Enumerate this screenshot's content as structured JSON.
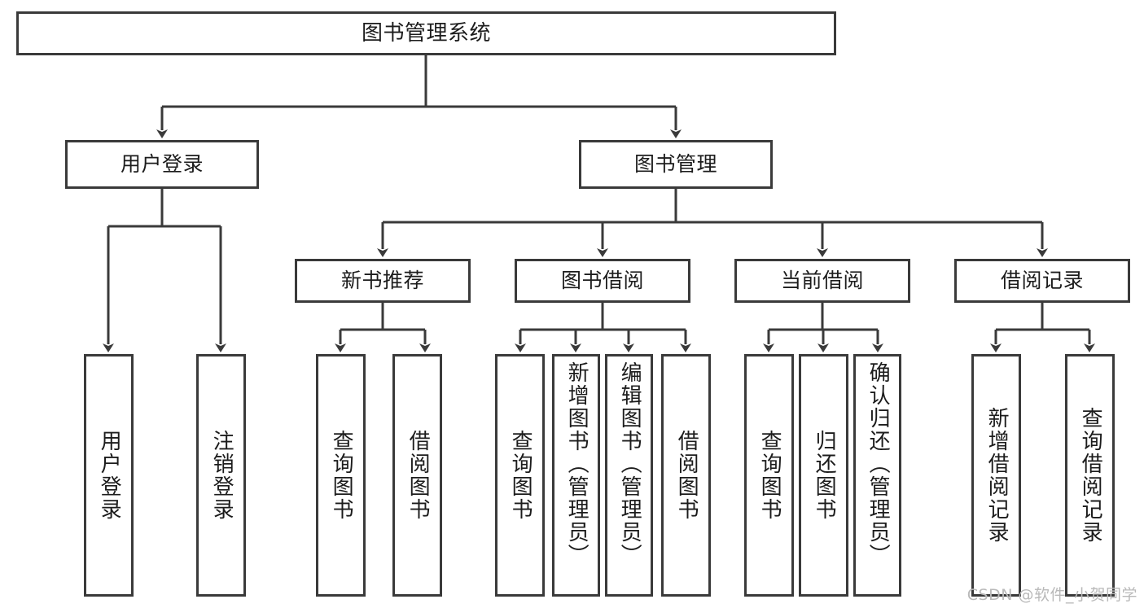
{
  "diagram": {
    "type": "tree-hierarchy",
    "title": "图书管理系统",
    "background_color": "#ffffff",
    "line_color": "#3a3a3a",
    "text_color": "#1c1c1c",
    "nodes": {
      "root": {
        "label": "图书管理系统"
      },
      "level2": [
        {
          "id": "user-login",
          "label": "用户登录"
        },
        {
          "id": "book-manage",
          "label": "图书管理"
        }
      ],
      "level3": [
        {
          "id": "new-book-rec",
          "label": "新书推荐"
        },
        {
          "id": "book-borrow",
          "label": "图书借阅"
        },
        {
          "id": "current-borrow",
          "label": "当前借阅"
        },
        {
          "id": "borrow-record",
          "label": "借阅记录"
        }
      ],
      "leaves": {
        "user_login": [
          {
            "id": "leaf-user-login",
            "label": "用户登录"
          },
          {
            "id": "leaf-logout",
            "label": "注销登录"
          }
        ],
        "new_book_rec": [
          {
            "id": "leaf-query-book-1",
            "label": "查询图书"
          },
          {
            "id": "leaf-borrow-book-1",
            "label": "借阅图书"
          }
        ],
        "book_borrow": [
          {
            "id": "leaf-query-book-2",
            "label": "查询图书"
          },
          {
            "id": "leaf-add-book",
            "label": "新增图书（管理员）"
          },
          {
            "id": "leaf-edit-book",
            "label": "编辑图书（管理员）"
          },
          {
            "id": "leaf-borrow-book-2",
            "label": "借阅图书"
          }
        ],
        "current_borrow": [
          {
            "id": "leaf-query-book-3",
            "label": "查询图书"
          },
          {
            "id": "leaf-return-book",
            "label": "归还图书"
          },
          {
            "id": "leaf-confirm-return",
            "label": "确认归还（管理员）"
          }
        ],
        "borrow_record": [
          {
            "id": "leaf-add-record",
            "label": "新增借阅记录"
          },
          {
            "id": "leaf-query-record",
            "label": "查询借阅记录"
          }
        ]
      }
    }
  },
  "watermark": {
    "text": "CSDN @软件_小贺同学"
  }
}
